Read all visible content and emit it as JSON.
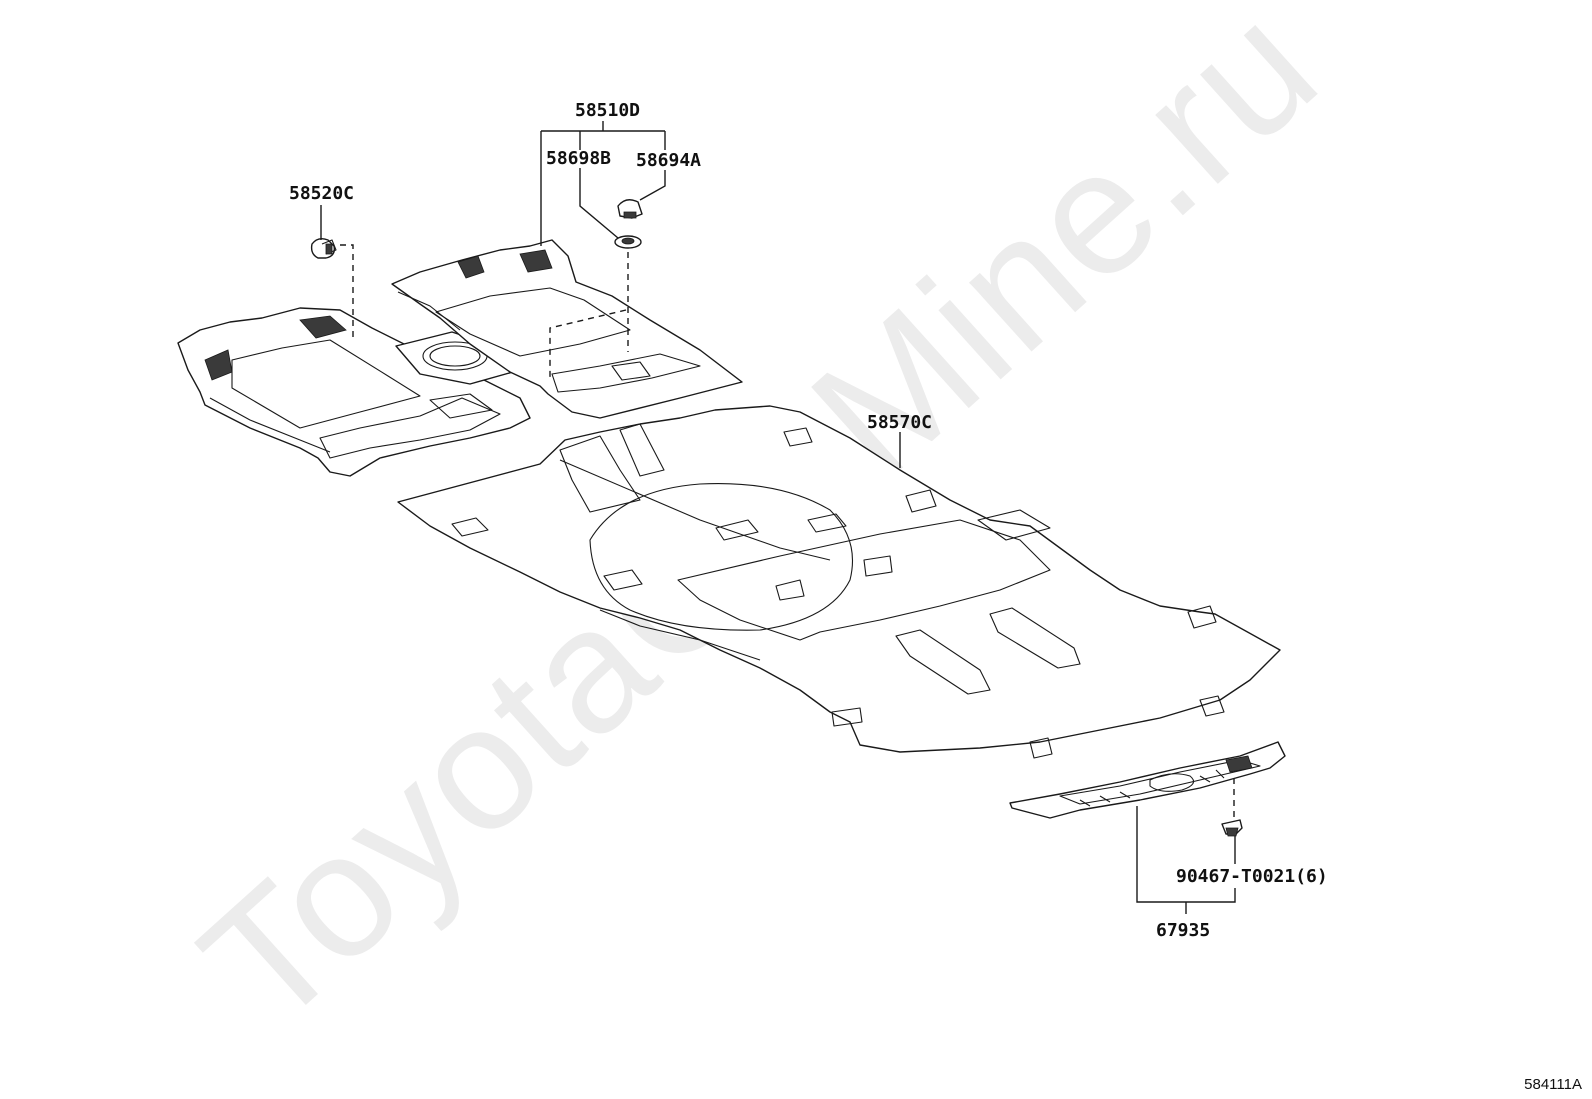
{
  "watermark": "ToyotaCarMine.ru",
  "diagram_id": "584111A",
  "labels": {
    "front_carpet": "58510D",
    "cushion_b": "58698B",
    "clip_a": "58694A",
    "clip_c": "58520C",
    "rear_carpet": "58570C",
    "clip_bolt": "90467-T0021(6)",
    "scuff_plate": "67935"
  },
  "icons": {
    "clip": "push-clip-icon",
    "washer": "grommet-icon"
  }
}
